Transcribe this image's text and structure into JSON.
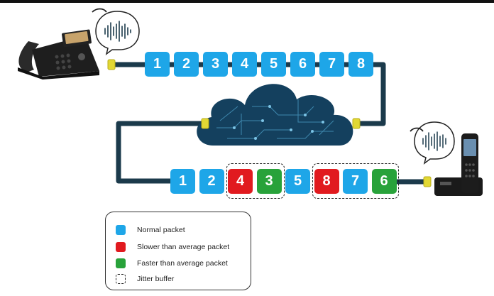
{
  "packets_sent": [
    {
      "label": "1",
      "kind": "normal"
    },
    {
      "label": "2",
      "kind": "normal"
    },
    {
      "label": "3",
      "kind": "normal"
    },
    {
      "label": "4",
      "kind": "normal"
    },
    {
      "label": "5",
      "kind": "normal"
    },
    {
      "label": "6",
      "kind": "normal"
    },
    {
      "label": "7",
      "kind": "normal"
    },
    {
      "label": "8",
      "kind": "normal"
    }
  ],
  "packets_received": [
    {
      "label": "1",
      "kind": "normal"
    },
    {
      "label": "2",
      "kind": "normal"
    },
    {
      "label": "4",
      "kind": "slow"
    },
    {
      "label": "3",
      "kind": "fast"
    },
    {
      "label": "5",
      "kind": "normal"
    },
    {
      "label": "8",
      "kind": "slow"
    },
    {
      "label": "7",
      "kind": "normal"
    },
    {
      "label": "6",
      "kind": "fast"
    }
  ],
  "legend": {
    "normal": "Normal packet",
    "slow": "Slower than average packet",
    "fast": "Faster than average packet",
    "jitter": "Jitter buffer"
  },
  "colors": {
    "normal": "#1ea6e8",
    "slow": "#e11a1f",
    "fast": "#28a23a",
    "line": "#1b3a4b",
    "cloud": "#14405e",
    "connector": "#e2d834"
  },
  "icons": {
    "sender": "desk-phone-icon",
    "receiver": "cordless-phone-icon",
    "sender_speech": "voice-wave-bubble-icon",
    "receiver_speech": "voice-wave-bubble-icon",
    "network": "cloud-icon"
  }
}
